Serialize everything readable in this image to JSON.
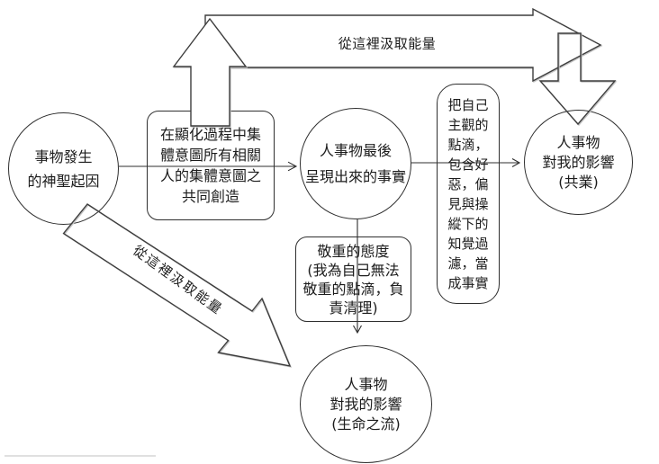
{
  "nodes": {
    "origin_circle": "事物發生\n的神聖起因",
    "collective_box": "在顯化過程中集\n體意圖所有相關\n人的集體意圖之\n共同創造",
    "result_circle": "人事物最後\n呈現出來的事實",
    "subjective_box": "把自己\n主觀的\n點滴，\n包含好\n惡，偏\n見與操\n縱下的\n知覺過\n濾，當\n成事實",
    "karma_circle": "人事物\n對我的影響\n(共業)",
    "respect_box": "敬重的態度\n(我為自己無法\n敬重的點滴，負\n責清理)",
    "flow_circle": "人事物\n對我的影響\n(生命之流)"
  },
  "arrow_labels": {
    "top_energy": "從這裡汲取能量",
    "diagonal_energy": "從這裡汲取能量"
  },
  "colors": {
    "background": "#ffffff",
    "shape_stroke": "#2f2f2f",
    "block_arrow_stroke": "#3d3d3d",
    "text": "#1c1c1c",
    "divider_line": "#d6d6d6"
  }
}
